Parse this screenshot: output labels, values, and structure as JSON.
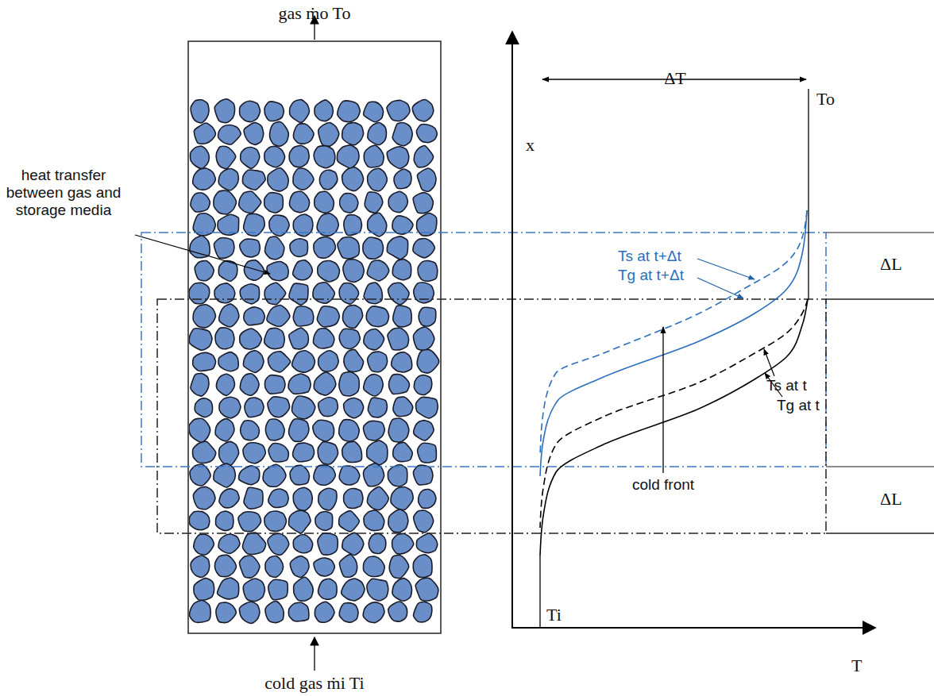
{
  "diagram": {
    "labels": [
      "gas ṁo To",
      "cold gas ṁi Ti",
      "heat transfer between gas and storage media",
      "x",
      "T",
      "ΔT",
      "To",
      "Ti",
      "Ts at t+Δt",
      "Tg at t+Δt",
      "Ts at t",
      "Tg at t",
      "cold front",
      "ΔL",
      "ΔL"
    ]
  }
}
